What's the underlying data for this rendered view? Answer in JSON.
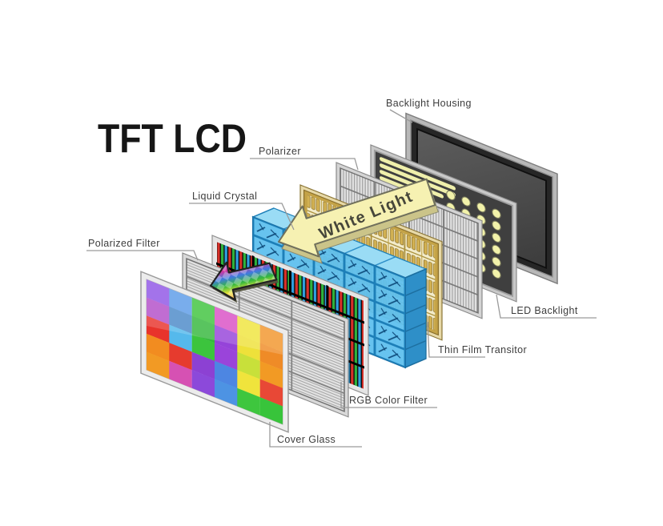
{
  "title": "TFT LCD",
  "diagram": {
    "labels": {
      "backlight_housing": "Backlight Housing",
      "polarizer": "Polarizer",
      "liquid_crystal": "Liquid Crystal",
      "polarized_filter": "Polarized Filter",
      "led_backlight": "LED Backlight",
      "thin_film_transistor": "Thin Film Transitor",
      "rgb_color_filter": "RGB Color Filter",
      "cover_glass": "Cover Glass",
      "white_light_arrow": "White Light"
    },
    "layers_front_to_back": [
      "Cover Glass",
      "Polarized Filter",
      "RGB Color Filter",
      "Liquid Crystal",
      "Thin Film Transitor",
      "Polarizer",
      "LED Backlight",
      "Backlight Housing"
    ],
    "colors": {
      "liquid_crystal_face": "#5fc0ee",
      "liquid_crystal_edge": "#1a6fa5",
      "tft_gold_frame": "#c4a347",
      "white_light_arrow_fill": "#f6f1b2",
      "led_panel_face": "#3f3f3f",
      "led_dot": "#f2f2aa",
      "rgb_red": "#d92f28",
      "rgb_green": "#2fb33c",
      "rgb_blue": "#2f9fe0",
      "housing_bezel": "#262626"
    }
  },
  "cover_glass": {
    "rows": 5,
    "cols": 6,
    "colors": [
      [
        "#8f55e6",
        "#5c9ce8",
        "#3fc43e",
        "#d94fc5",
        "#f0e43c",
        "#f2952b"
      ],
      [
        "#b34ec9",
        "#4b89c8",
        "#35b83c",
        "#9543d9",
        "#eee13a",
        "#ef8b27"
      ],
      [
        "#e8332b",
        "#55b9ec",
        "#3cc43d",
        "#9a44da",
        "#c8e03a",
        "#f29a24"
      ],
      [
        "#f28c20",
        "#e63b2e",
        "#8c41d3",
        "#4d86e2",
        "#f0e43c",
        "#e84836"
      ],
      [
        "#f29a24",
        "#d651b3",
        "#8c49da",
        "#4d93e3",
        "#3ec63e",
        "#38c43b"
      ]
    ]
  }
}
